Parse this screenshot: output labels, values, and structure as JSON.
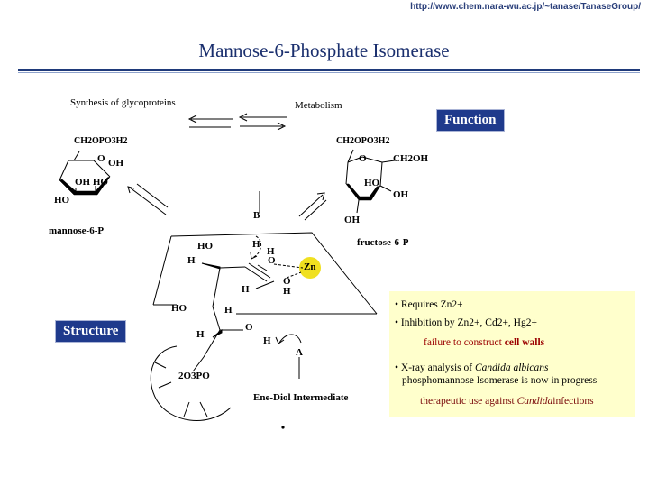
{
  "header": {
    "url": "http://www.chem.nara-wu.ac.jp/~tanase/TanaseGroup/",
    "title": "Mannose-6-Phosphate Isomerase"
  },
  "badges": {
    "function": "Function",
    "structure": "Structure"
  },
  "top_labels": {
    "synthesis": "Synthesis of glycoproteins",
    "metabolism": "Metabolism"
  },
  "mannose": {
    "ch2": "CH2OPO3H2",
    "ring_o": "O",
    "oh1": "OH",
    "oh_ho": "OH HO",
    "ho": "HO",
    "name": "mannose-6-P"
  },
  "fructose": {
    "ch2": "CH2OPO3H2",
    "ring_o": "O",
    "ch2oh": "CH2OH",
    "ho": "HO",
    "oh_right": "OH",
    "oh_bottom": "OH",
    "name": "fructose-6-P"
  },
  "intermediate": {
    "b": "B",
    "ho1": "HO",
    "h1": "H",
    "h2": "H",
    "h3": "H",
    "o1": "O",
    "zn": "Zn",
    "h4": "H",
    "o2": "O",
    "h5": "H",
    "ho2": "HO",
    "h6": "H",
    "h7": "H",
    "o3": "O",
    "h8": "H",
    "a": "A",
    "phosphate": "2O3PO",
    "name": "Ene-Diol Intermediate"
  },
  "info": {
    "line1": "Requires Zn2+",
    "line2": "Inhibition by Zn2+, Cd2+, Hg2+",
    "line3_prefix": "failure to construct ",
    "line3_emph": "cell walls",
    "line4_prefix": "X-ray analysis of ",
    "line4_species": "Candida albicans",
    "line5": "phosphomannose Isomerase is now in progress",
    "line6_prefix": "therapeutic use against ",
    "line6_species": "Candida",
    "line6_suffix": "infections"
  },
  "colors": {
    "title": "#1a2f6e",
    "badge": "#1f3a8c",
    "zn_highlight": "#f0e020",
    "info_bg": "#ffffcc",
    "emphasis": "#9b0000"
  }
}
